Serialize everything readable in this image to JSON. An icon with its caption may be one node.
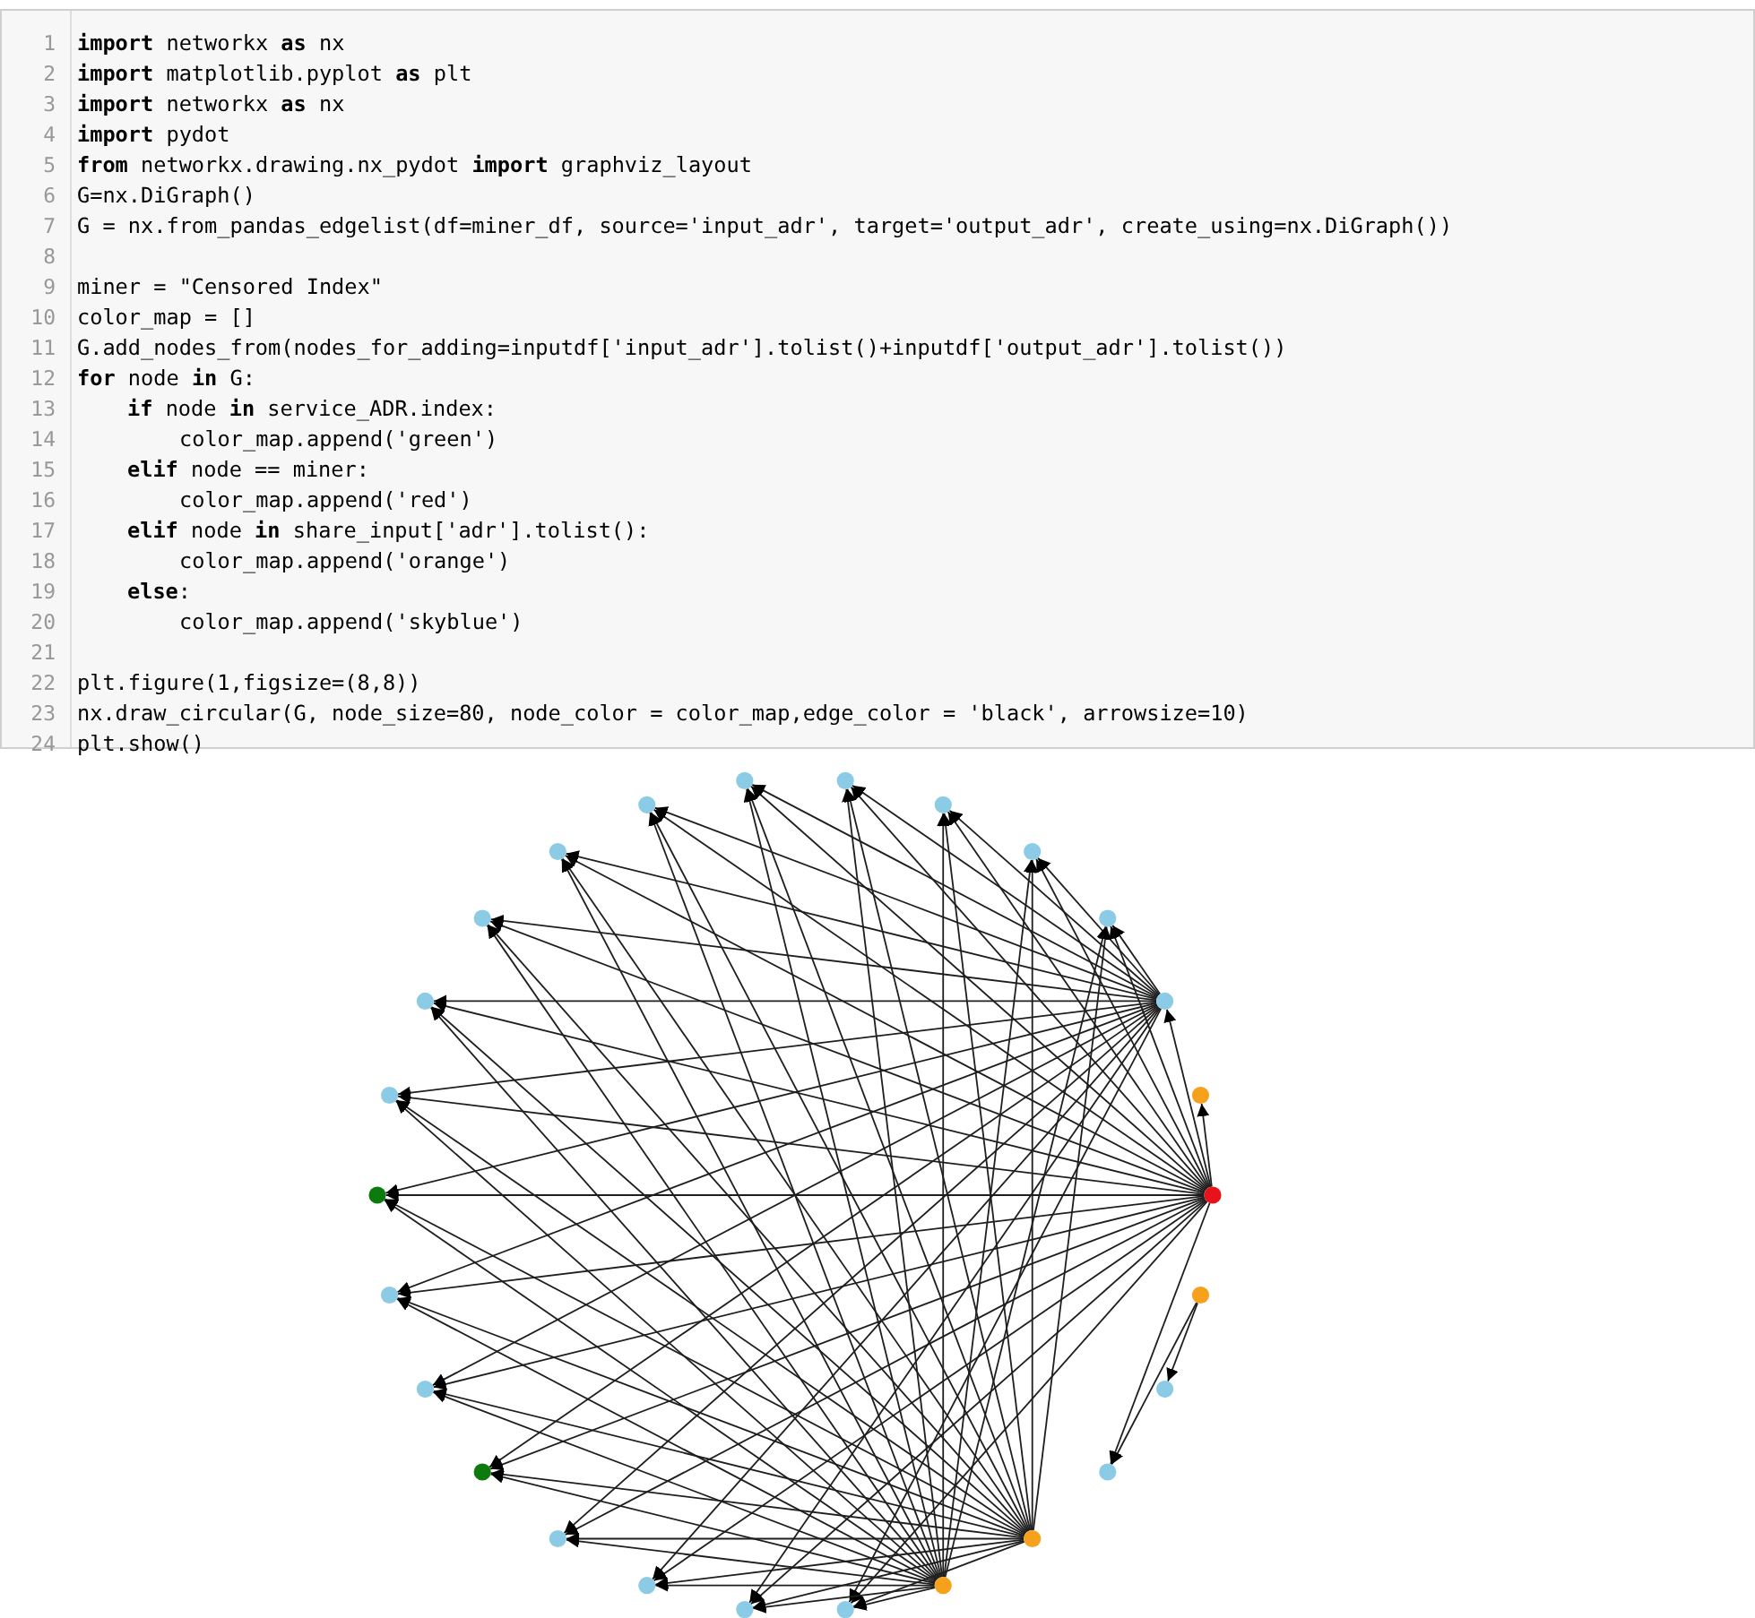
{
  "diagram": {
    "nodes": [
      {
        "text": [],
        "shape": "circle"
      },
      {
        "text": [],
        "shape": "circle"
      },
      {
        "text": [],
        "shape": "circle"
      },
      {
        "text": [],
        "shape": "circle"
      },
      {
        "text": [],
        "shape": "circle"
      },
      {
        "text": [],
        "shape": "circle"
      },
      {
        "text": [],
        "shape": "circle"
      },
      {
        "text": [],
        "shape": "circle"
      },
      {
        "text": [],
        "shape": "circle"
      },
      {
        "text": [],
        "shape": "circle"
      },
      {
        "text": [],
        "shape": "circle"
      },
      {
        "text": [],
        "shape": "circle"
      },
      {
        "text": [],
        "shape": "circle"
      },
      {
        "text": [],
        "shape": "circle"
      },
      {
        "text": [],
        "shape": "circle"
      },
      {
        "text": [],
        "shape": "circle"
      },
      {
        "text": [],
        "shape": "circle"
      },
      {
        "text": [],
        "shape": "circle"
      },
      {
        "text": [],
        "shape": "circle"
      },
      {
        "text": [],
        "shape": "circle"
      },
      {
        "text": [],
        "shape": "circle"
      },
      {
        "text": [],
        "shape": "circle"
      },
      {
        "text": [],
        "shape": "circle"
      },
      {
        "text": [],
        "shape": "circle"
      },
      {
        "text": [],
        "shape": "circle"
      },
      {
        "text": [],
        "shape": "circle"
      }
    ],
    "edges": [
      {
        "from": 0,
        "to": 3,
        "arrow": "to"
      },
      {
        "from": 0,
        "to": 4,
        "arrow": "to"
      },
      {
        "from": 0,
        "to": 5,
        "arrow": "to"
      },
      {
        "from": 0,
        "to": 6,
        "arrow": "to"
      },
      {
        "from": 0,
        "to": 7,
        "arrow": "to"
      },
      {
        "from": 0,
        "to": 8,
        "arrow": "to"
      },
      {
        "from": 0,
        "to": 9,
        "arrow": "to"
      },
      {
        "from": 0,
        "to": 10,
        "arrow": "to"
      },
      {
        "from": 0,
        "to": 11,
        "arrow": "to"
      },
      {
        "from": 0,
        "to": 12,
        "arrow": "to"
      },
      {
        "from": 0,
        "to": 13,
        "arrow": "to"
      },
      {
        "from": 0,
        "to": 14,
        "arrow": "to"
      },
      {
        "from": 0,
        "to": 15,
        "arrow": "to"
      },
      {
        "from": 0,
        "to": 16,
        "arrow": "to"
      },
      {
        "from": 0,
        "to": 17,
        "arrow": "to"
      },
      {
        "from": 0,
        "to": 18,
        "arrow": "to"
      },
      {
        "from": 0,
        "to": 19,
        "arrow": "to"
      },
      {
        "from": 0,
        "to": 20,
        "arrow": "to"
      },
      {
        "from": 2,
        "to": 3,
        "arrow": "to"
      },
      {
        "from": 2,
        "to": 4,
        "arrow": "to"
      },
      {
        "from": 2,
        "to": 5,
        "arrow": "to"
      },
      {
        "from": 2,
        "to": 6,
        "arrow": "to"
      },
      {
        "from": 2,
        "to": 7,
        "arrow": "to"
      },
      {
        "from": 2,
        "to": 8,
        "arrow": "to"
      },
      {
        "from": 2,
        "to": 9,
        "arrow": "to"
      },
      {
        "from": 2,
        "to": 10,
        "arrow": "to"
      },
      {
        "from": 2,
        "to": 11,
        "arrow": "to"
      },
      {
        "from": 2,
        "to": 12,
        "arrow": "to"
      },
      {
        "from": 2,
        "to": 13,
        "arrow": "to"
      },
      {
        "from": 2,
        "to": 14,
        "arrow": "to"
      },
      {
        "from": 2,
        "to": 15,
        "arrow": "to"
      },
      {
        "from": 2,
        "to": 16,
        "arrow": "to"
      },
      {
        "from": 2,
        "to": 17,
        "arrow": "to"
      },
      {
        "from": 2,
        "to": 18,
        "arrow": "to"
      },
      {
        "from": 2,
        "to": 19,
        "arrow": "to"
      },
      {
        "from": 2,
        "to": 20,
        "arrow": "to"
      },
      {
        "from": 21,
        "to": 3,
        "arrow": "to"
      },
      {
        "from": 21,
        "to": 4,
        "arrow": "to"
      },
      {
        "from": 21,
        "to": 5,
        "arrow": "to"
      },
      {
        "from": 21,
        "to": 6,
        "arrow": "to"
      },
      {
        "from": 21,
        "to": 7,
        "arrow": "to"
      },
      {
        "from": 21,
        "to": 8,
        "arrow": "to"
      },
      {
        "from": 21,
        "to": 9,
        "arrow": "to"
      },
      {
        "from": 21,
        "to": 10,
        "arrow": "to"
      },
      {
        "from": 21,
        "to": 11,
        "arrow": "to"
      },
      {
        "from": 21,
        "to": 12,
        "arrow": "to"
      },
      {
        "from": 21,
        "to": 13,
        "arrow": "to"
      },
      {
        "from": 21,
        "to": 14,
        "arrow": "to"
      },
      {
        "from": 21,
        "to": 15,
        "arrow": "to"
      },
      {
        "from": 21,
        "to": 16,
        "arrow": "to"
      },
      {
        "from": 21,
        "to": 17,
        "arrow": "to"
      },
      {
        "from": 21,
        "to": 18,
        "arrow": "to"
      },
      {
        "from": 21,
        "to": 19,
        "arrow": "to"
      },
      {
        "from": 21,
        "to": 20,
        "arrow": "to"
      },
      {
        "from": 22,
        "to": 3,
        "arrow": "to"
      },
      {
        "from": 22,
        "to": 4,
        "arrow": "to"
      },
      {
        "from": 22,
        "to": 5,
        "arrow": "to"
      },
      {
        "from": 22,
        "to": 6,
        "arrow": "to"
      },
      {
        "from": 22,
        "to": 7,
        "arrow": "to"
      },
      {
        "from": 22,
        "to": 8,
        "arrow": "to"
      },
      {
        "from": 22,
        "to": 9,
        "arrow": "to"
      },
      {
        "from": 22,
        "to": 10,
        "arrow": "to"
      },
      {
        "from": 22,
        "to": 11,
        "arrow": "to"
      },
      {
        "from": 22,
        "to": 12,
        "arrow": "to"
      },
      {
        "from": 22,
        "to": 13,
        "arrow": "to"
      },
      {
        "from": 22,
        "to": 14,
        "arrow": "to"
      },
      {
        "from": 22,
        "to": 15,
        "arrow": "to"
      },
      {
        "from": 22,
        "to": 16,
        "arrow": "to"
      },
      {
        "from": 22,
        "to": 17,
        "arrow": "to"
      },
      {
        "from": 22,
        "to": 18,
        "arrow": "to"
      },
      {
        "from": 22,
        "to": 19,
        "arrow": "to"
      },
      {
        "from": 22,
        "to": 20,
        "arrow": "to"
      },
      {
        "from": 0,
        "to": 1,
        "arrow": "to"
      },
      {
        "from": 0,
        "to": 2,
        "arrow": "to"
      },
      {
        "from": 0,
        "to": 23,
        "arrow": "to"
      },
      {
        "from": 25,
        "to": 24,
        "arrow": "to"
      },
      {
        "from": 25,
        "to": 23,
        "arrow": "to"
      }
    ],
    "labels": [
      "1",
      "**import** networkx **as** nx",
      "2",
      "**import** matplotlib.pyplot **as** plt",
      "3",
      "**import** networkx **as** nx",
      "4",
      "**import** pydot",
      "5",
      "**from** networkx.drawing.nx_pydot **import** graphviz_layout",
      "6",
      "G=nx.DiGraph()",
      "7",
      "G = nx.from_pandas_edgelist(df=miner_df, source='input_adr', target='output_adr', create_using=nx.DiGraph())",
      "8",
      "9",
      "miner = \"Censored Index\"",
      "10",
      "color_map = []",
      "11",
      "G.add_nodes_from(nodes_for_adding=inputdf['input_adr'].tolist()+inputdf['output_adr'].tolist())",
      "12",
      "**for** node **in** G:",
      "13",
      "**if** node **in** service_ADR.index:",
      "14",
      "color_map.append('green')",
      "15",
      "**elif** node == miner:",
      "16",
      "color_map.append('red')",
      "17",
      "**elif** node **in** share_input['adr'].tolist():",
      "18",
      "color_map.append('orange')",
      "19",
      "**else**:",
      "20",
      "color_map.append('skyblue')",
      "21",
      "22",
      "plt.figure(1,figsize=(8,8))",
      "23",
      "nx.draw_circular(G, node_size=80, node_color = color_map,edge_color = 'black', arrowsize=10)",
      "24",
      "plt.show()"
    ]
  }
}
